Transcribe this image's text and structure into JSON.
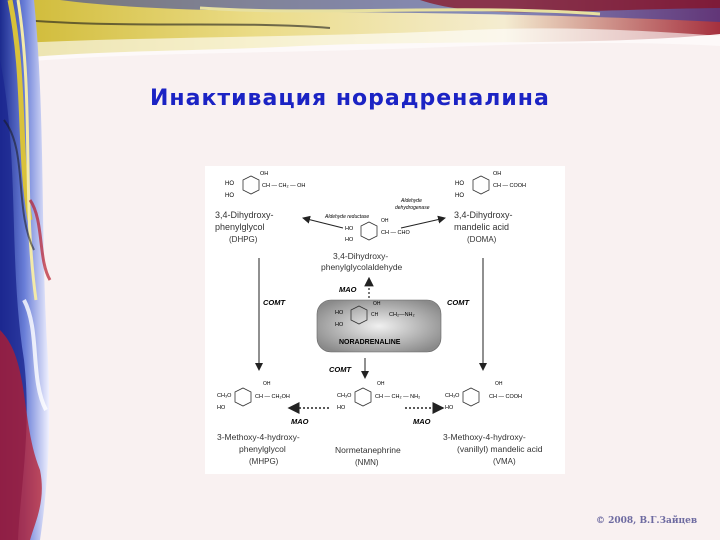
{
  "slide": {
    "title": "Инактивация норадреналина",
    "copyright": "© 2008, В.Г.Зайцев"
  },
  "diagram": {
    "center": {
      "label": "NORADRENALINE",
      "sidechain": "CH₂—NH₂",
      "oh": "OH",
      "ch": "CH"
    },
    "top_center": {
      "name_line1": "3,4-Dihydroxy-",
      "name_line2": "phenylglycolaldehyde",
      "sidechain": "CH — CHO",
      "oh": "OH"
    },
    "top_left": {
      "name_line1": "3,4-Dihydroxy-",
      "name_line2": "phenylglycol",
      "abbr": "(DHPG)",
      "sidechain": "CH — CH₂ — OH",
      "oh": "OH"
    },
    "top_right": {
      "name_line1": "3,4-Dihydroxy-",
      "name_line2": "mandelic acid",
      "abbr": "(DOMA)",
      "sidechain": "CH — COOH",
      "oh": "OH"
    },
    "bottom_left": {
      "name_line1": "3-Methoxy-4-hydroxy-",
      "name_line2": "phenylglycol",
      "abbr": "(MHPG)",
      "sidechain": "CH — CH₂OH",
      "oh": "OH"
    },
    "bottom_center": {
      "name_line1": "Normetanephrine",
      "abbr": "(NMN)",
      "sidechain": "CH — CH₂ — NH₂",
      "oh": "OH"
    },
    "bottom_right": {
      "name_line1": "3-Methoxy-4-hydroxy-",
      "name_line2": "(vanillyl) mandelic acid",
      "abbr": "(VMA)",
      "sidechain": "CH — COOH",
      "oh": "OH"
    },
    "enzymes": {
      "aldehyde_reductase": "Aldehyde reductase",
      "aldehyde_dehydrogenase_1": "Aldehyde",
      "aldehyde_dehydrogenase_2": "dehydrogenase",
      "mao": "MAO",
      "comt": "COMT"
    },
    "groups": {
      "ho": "HO",
      "ch3o": "CH₃O"
    }
  }
}
